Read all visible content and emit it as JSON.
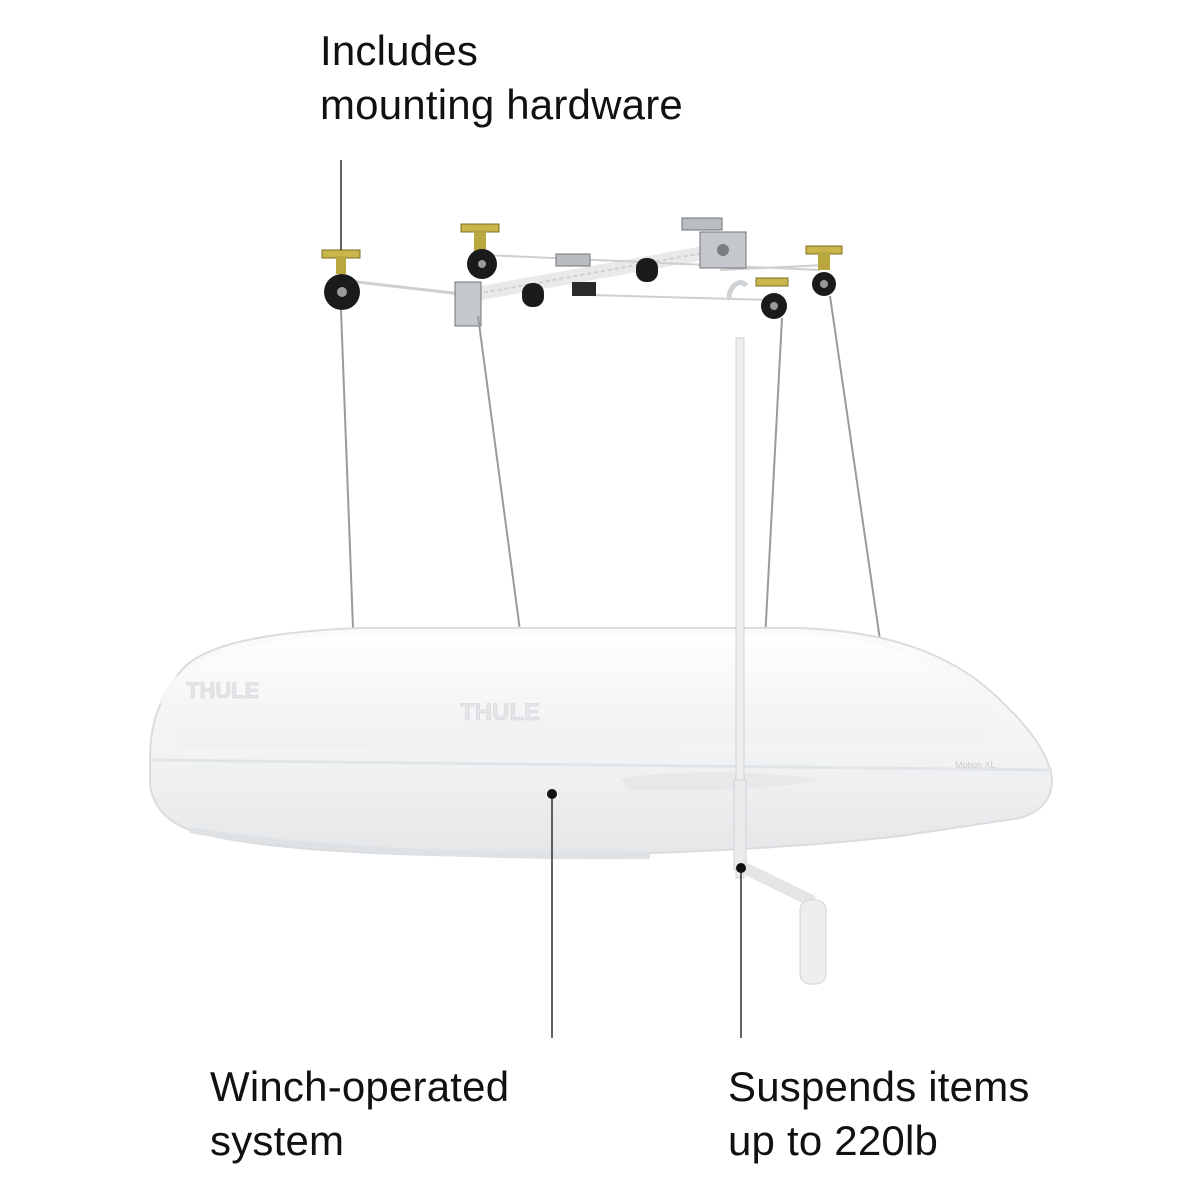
{
  "callouts": {
    "hardware": {
      "line1": "Includes",
      "line2": "mounting hardware"
    },
    "winch": {
      "line1": "Winch-operated",
      "line2": "system"
    },
    "suspend": {
      "line1": "Suspends items",
      "line2": "up to 220lb"
    }
  },
  "product": {
    "brand_front": "THULE",
    "brand_side": "THULE",
    "model_badge": "Motion XL"
  },
  "colors": {
    "box": "#f4f5f6",
    "box_shadow": "#e3e5e7",
    "bracket": "#c9b64a",
    "pulley": "#1b1b1b",
    "rope": "#9a9a9a",
    "leader": "#222222"
  }
}
